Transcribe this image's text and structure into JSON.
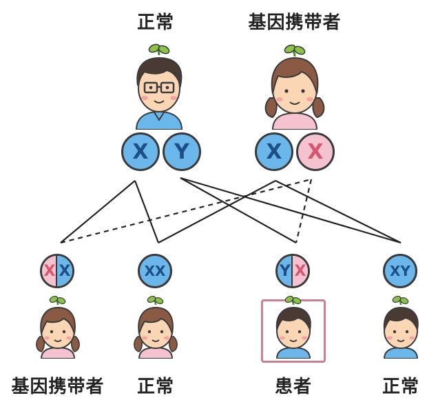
{
  "parents": {
    "father": {
      "label": "正常",
      "chromosomes": [
        "X",
        "Y"
      ]
    },
    "mother": {
      "label": "基因携带者",
      "chromosomes": [
        "X",
        "X"
      ]
    }
  },
  "children": [
    {
      "label": "基因携带者",
      "chromosomes": [
        "X",
        "X"
      ]
    },
    {
      "label": "正常",
      "chromosomes": "XX"
    },
    {
      "label": "患者",
      "chromosomes": [
        "Y",
        "X"
      ]
    },
    {
      "label": "正常",
      "chromosomes": "XY"
    }
  ],
  "colors": {
    "normal_chromosome": "#6bb6ea",
    "affected_chromosome": "#f4c3cf",
    "patient_highlight": "#c98090"
  }
}
